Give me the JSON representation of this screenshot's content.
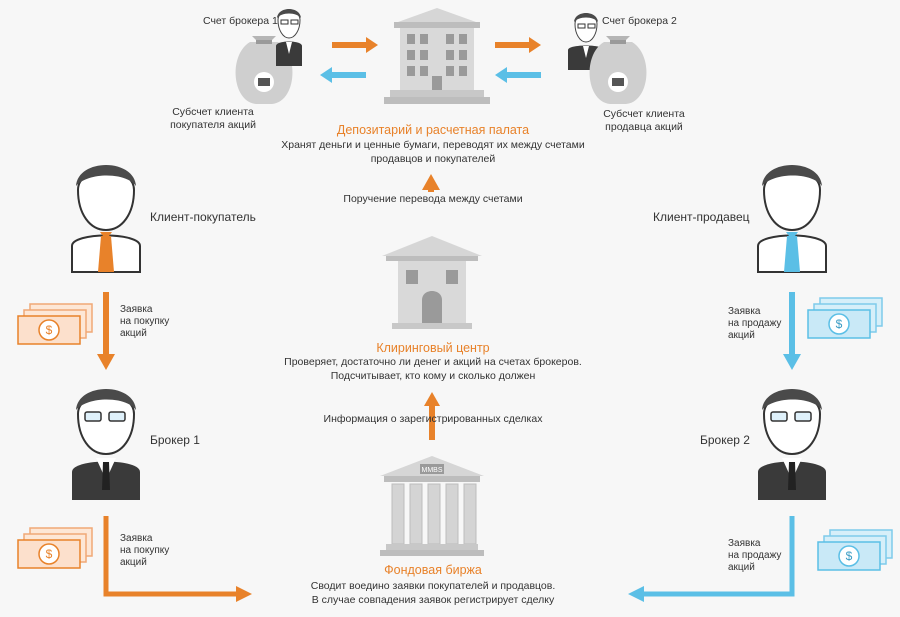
{
  "broker1_account": "Счет брокера 1",
  "broker2_account": "Счет брокера 2",
  "buyer_subaccount": [
    "Субсчет клиента",
    "покупателя акций"
  ],
  "seller_subaccount": [
    "Субсчет клиента",
    "продавца акций"
  ],
  "depository": {
    "title": "Депозитарий и расчетная палата",
    "desc": [
      "Хранят деньги и ценные бумаги, переводят их между счетами",
      "продавцов и покупателей"
    ]
  },
  "transfer_order": "Поручение перевода между счетами",
  "clearing": {
    "title": "Клиринговый центр",
    "desc": [
      "Проверяет, достаточно ли денег и акций на счетах брокеров.",
      "Подсчитывает, кто кому и сколько должен"
    ]
  },
  "deals_info": "Информация о зарегистрированных сделках",
  "exchange": {
    "title": "Фондовая биржа",
    "sign": "MMBS",
    "desc": [
      "Сводит воедино заявки покупателей и продавцов.",
      "В случае совпадения заявок регистрирует сделку"
    ]
  },
  "client_buyer": "Клиент-покупатель",
  "client_seller": "Клиент-продавец",
  "broker1": "Брокер 1",
  "broker2": "Брокер 2",
  "buy_order": [
    "Заявка",
    "на покупку",
    "акций"
  ],
  "sell_order": [
    "Заявка",
    "на продажу",
    "акций"
  ],
  "colors": {
    "orange": "#e8822a",
    "blue": "#5bbfe6",
    "gray": "#c8c8c8",
    "dark": "#3a3a3a"
  }
}
